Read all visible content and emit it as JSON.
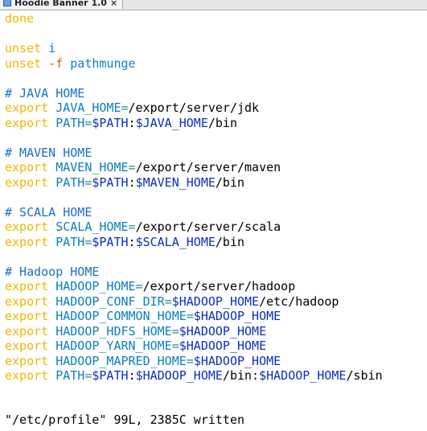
{
  "tab": {
    "title": "Hoodie Banner 1.0",
    "close_glyph": "×"
  },
  "editor": {
    "lines": [
      {
        "id": "l0",
        "segments": [
          {
            "t": "done",
            "c": "kw"
          }
        ]
      },
      {
        "id": "l1",
        "segments": []
      },
      {
        "id": "l2",
        "segments": [
          {
            "t": "unset",
            "c": "kw"
          },
          {
            "t": " ",
            "c": "path"
          },
          {
            "t": "i",
            "c": "fn"
          }
        ]
      },
      {
        "id": "l3",
        "segments": [
          {
            "t": "unset",
            "c": "kw"
          },
          {
            "t": " ",
            "c": "path"
          },
          {
            "t": "-f",
            "c": "flag"
          },
          {
            "t": " ",
            "c": "path"
          },
          {
            "t": "pathmunge",
            "c": "fn"
          }
        ]
      },
      {
        "id": "l4",
        "segments": []
      },
      {
        "id": "l5",
        "segments": [
          {
            "t": "# JAVA HOME",
            "c": "cmt"
          }
        ]
      },
      {
        "id": "l6",
        "segments": [
          {
            "t": "export",
            "c": "kw"
          },
          {
            "t": " ",
            "c": "path"
          },
          {
            "t": "JAVA_HOME",
            "c": "var"
          },
          {
            "t": "=",
            "c": "op"
          },
          {
            "t": "/export/server/jdk",
            "c": "path"
          }
        ]
      },
      {
        "id": "l7",
        "segments": [
          {
            "t": "export",
            "c": "kw"
          },
          {
            "t": " ",
            "c": "path"
          },
          {
            "t": "PATH",
            "c": "var"
          },
          {
            "t": "=",
            "c": "op"
          },
          {
            "t": "$PATH",
            "c": "ref"
          },
          {
            "t": ":",
            "c": "path"
          },
          {
            "t": "$JAVA_HOME",
            "c": "ref"
          },
          {
            "t": "/bin",
            "c": "path"
          }
        ]
      },
      {
        "id": "l8",
        "segments": []
      },
      {
        "id": "l9",
        "segments": [
          {
            "t": "# MAVEN HOME",
            "c": "cmt"
          }
        ]
      },
      {
        "id": "l10",
        "segments": [
          {
            "t": "export",
            "c": "kw"
          },
          {
            "t": " ",
            "c": "path"
          },
          {
            "t": "MAVEN_HOME",
            "c": "var"
          },
          {
            "t": "=",
            "c": "op"
          },
          {
            "t": "/export/server/maven",
            "c": "path"
          }
        ]
      },
      {
        "id": "l11",
        "segments": [
          {
            "t": "export",
            "c": "kw"
          },
          {
            "t": " ",
            "c": "path"
          },
          {
            "t": "PATH",
            "c": "var"
          },
          {
            "t": "=",
            "c": "op"
          },
          {
            "t": "$PATH",
            "c": "ref"
          },
          {
            "t": ":",
            "c": "path"
          },
          {
            "t": "$MAVEN_HOME",
            "c": "ref"
          },
          {
            "t": "/bin",
            "c": "path"
          }
        ]
      },
      {
        "id": "l12",
        "segments": []
      },
      {
        "id": "l13",
        "segments": [
          {
            "t": "# SCALA HOME",
            "c": "cmt"
          }
        ]
      },
      {
        "id": "l14",
        "segments": [
          {
            "t": "export",
            "c": "kw"
          },
          {
            "t": " ",
            "c": "path"
          },
          {
            "t": "SCALA_HOME",
            "c": "var"
          },
          {
            "t": "=",
            "c": "op"
          },
          {
            "t": "/export/server/scala",
            "c": "path"
          }
        ]
      },
      {
        "id": "l15",
        "segments": [
          {
            "t": "export",
            "c": "kw"
          },
          {
            "t": " ",
            "c": "path"
          },
          {
            "t": "PATH",
            "c": "var"
          },
          {
            "t": "=",
            "c": "op"
          },
          {
            "t": "$PATH",
            "c": "ref"
          },
          {
            "t": ":",
            "c": "path"
          },
          {
            "t": "$SCALA_HOME",
            "c": "ref"
          },
          {
            "t": "/bin",
            "c": "path"
          }
        ]
      },
      {
        "id": "l16",
        "segments": []
      },
      {
        "id": "l17",
        "segments": [
          {
            "t": "# Hadoop HOME",
            "c": "cmt"
          }
        ]
      },
      {
        "id": "l18",
        "segments": [
          {
            "t": "export",
            "c": "kw"
          },
          {
            "t": " ",
            "c": "path"
          },
          {
            "t": "HADOOP_HOME",
            "c": "var"
          },
          {
            "t": "=",
            "c": "op"
          },
          {
            "t": "/export/server/hadoop",
            "c": "path"
          }
        ]
      },
      {
        "id": "l19",
        "segments": [
          {
            "t": "export",
            "c": "kw"
          },
          {
            "t": " ",
            "c": "path"
          },
          {
            "t": "HADOOP_CONF_DIR",
            "c": "var"
          },
          {
            "t": "=",
            "c": "op"
          },
          {
            "t": "$HADOOP_HOME",
            "c": "ref"
          },
          {
            "t": "/etc/hadoop",
            "c": "path"
          }
        ]
      },
      {
        "id": "l20",
        "segments": [
          {
            "t": "export",
            "c": "kw"
          },
          {
            "t": " ",
            "c": "path"
          },
          {
            "t": "HADOOP_COMMON_HOME",
            "c": "var"
          },
          {
            "t": "=",
            "c": "op"
          },
          {
            "t": "$HADOOP_HOME",
            "c": "ref"
          }
        ]
      },
      {
        "id": "l21",
        "segments": [
          {
            "t": "export",
            "c": "kw"
          },
          {
            "t": " ",
            "c": "path"
          },
          {
            "t": "HADOOP_HDFS_HOME",
            "c": "var"
          },
          {
            "t": "=",
            "c": "op"
          },
          {
            "t": "$HADOOP_HOME",
            "c": "ref"
          }
        ]
      },
      {
        "id": "l22",
        "segments": [
          {
            "t": "export",
            "c": "kw"
          },
          {
            "t": " ",
            "c": "path"
          },
          {
            "t": "HADOOP_YARN_HOME",
            "c": "var"
          },
          {
            "t": "=",
            "c": "op"
          },
          {
            "t": "$HADOOP_HOME",
            "c": "ref"
          }
        ]
      },
      {
        "id": "l23",
        "segments": [
          {
            "t": "export",
            "c": "kw"
          },
          {
            "t": " ",
            "c": "path"
          },
          {
            "t": "HADOOP_MAPRED_HOME",
            "c": "var"
          },
          {
            "t": "=",
            "c": "op"
          },
          {
            "t": "$HADOOP_HOME",
            "c": "ref"
          }
        ]
      },
      {
        "id": "l24",
        "segments": [
          {
            "t": "export",
            "c": "kw"
          },
          {
            "t": " ",
            "c": "path"
          },
          {
            "t": "PATH",
            "c": "var"
          },
          {
            "t": "=",
            "c": "op"
          },
          {
            "t": "$PATH",
            "c": "ref"
          },
          {
            "t": ":",
            "c": "path"
          },
          {
            "t": "$HADOOP_HOME",
            "c": "ref"
          },
          {
            "t": "/bin:",
            "c": "path"
          },
          {
            "t": "$HADOOP_HOME",
            "c": "ref"
          },
          {
            "t": "/sbin",
            "c": "path"
          }
        ]
      },
      {
        "id": "l25",
        "segments": []
      },
      {
        "id": "l26",
        "segments": []
      }
    ],
    "status_line": "\"/etc/profile\" 99L, 2385C written"
  },
  "colors": {
    "keyword": "#f0b800",
    "variable": "#0a7fbf",
    "reference": "#0a2fbf",
    "comment": "#1a6fc8",
    "flag": "#e85a00",
    "text": "#000000",
    "background": "#ffffff"
  },
  "icons": {
    "tab_icon": "document-icon",
    "close": "close-icon"
  }
}
